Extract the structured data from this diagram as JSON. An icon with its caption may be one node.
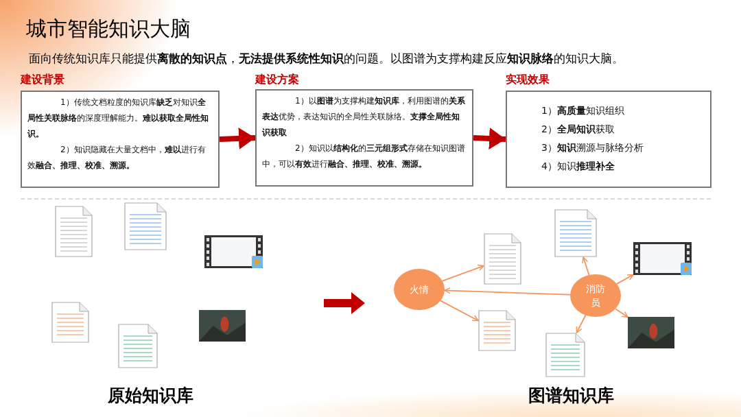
{
  "diagram": {
    "title": "城市智能知识大脑",
    "nodes": [
      {
        "text": [
          "建设背景",
          "1）传统文档粒度的知识库**缺乏**对知识**全局性关联脉络**的深度理解能力。**难以获取全局性知识。**",
          "2）知识隐藏在大量文档中，**难以**进行有效**融合、推理、校准、溯源。**"
        ]
      },
      {
        "text": [
          "建设方案",
          "1）以**图谱**为支撑构建**知识库**，利用图谱的**关系表达**优势，表达知识的全局性关联脉络。**支撑全局性知识获取**",
          "2）知识以**结构化**的**三元组形式**存储在知识图谱中，可以**有效**进行**融合、推理、校准、溯源。**"
        ]
      },
      {
        "text": [
          "实现效果",
          "1）**高质量**知识组织",
          "2）**全局知识**获取",
          "3）**知识**溯源与脉络分析",
          "4）知识**推理补全**"
        ]
      },
      {
        "text": [],
        "shape": "picture"
      },
      {
        "text": [],
        "shape": "picture"
      },
      {
        "text": [],
        "shape": "picture"
      },
      {
        "text": [],
        "shape": "picture"
      },
      {
        "text": [],
        "shape": "picture"
      },
      {
        "text": [],
        "shape": "picture"
      },
      {
        "text": [
          "火情"
        ]
      },
      {
        "text": [
          "消防员"
        ]
      },
      {
        "text": [],
        "shape": "picture"
      },
      {
        "text": [],
        "shape": "picture"
      },
      {
        "text": [],
        "shape": "picture"
      },
      {
        "text": [],
        "shape": "picture"
      },
      {
        "text": [],
        "shape": "picture"
      },
      {
        "text": [],
        "shape": "picture"
      }
    ],
    "edges": [
      {
        "from": 0,
        "to": 1,
        "arrow": "to",
        "style": "thick",
        "color": "#c00000"
      },
      {
        "from": 1,
        "to": 2,
        "arrow": "to",
        "style": "thick",
        "color": "#c00000"
      },
      {
        "from": 9,
        "to": 11,
        "arrow": "to"
      },
      {
        "from": 9,
        "to": 14,
        "arrow": "to"
      },
      {
        "from": 10,
        "to": 9,
        "arrow": "to"
      },
      {
        "from": 10,
        "to": 12,
        "arrow": "to"
      },
      {
        "from": 10,
        "to": 13,
        "arrow": "to"
      },
      {
        "from": 10,
        "to": 16,
        "arrow": "to"
      },
      {
        "from": 10,
        "to": 15,
        "arrow": "to"
      }
    ],
    "labels": [
      "面向传统知识库只能提供**离散的知识点**，**无法提供系统性知识**的问题。以图谱为支撑构建反应**知识脉络**的知识大脑。",
      "原始知识库",
      "图谱知识库"
    ]
  }
}
